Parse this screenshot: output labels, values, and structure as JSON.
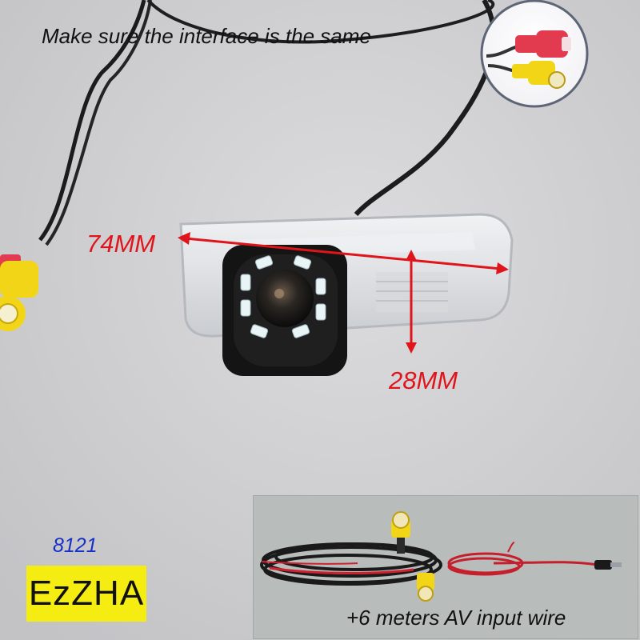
{
  "caption_top": "Make sure the interface is the same",
  "dimensions": {
    "width_label": "74MM",
    "height_label": "28MM"
  },
  "model_code": "8121",
  "brand": "EzZHA",
  "inset": {
    "caption": "+6 meters AV input wire"
  },
  "colors": {
    "dimension_red": "#e0141b",
    "model_code_blue": "#1530c8",
    "brand_yellow": "#f5ec12",
    "rca_yellow": "#f2d516",
    "rca_red": "#e23a4e"
  },
  "icons": [
    "rca-connector-icon",
    "camera-lens-icon",
    "led-icon",
    "dc-plug-icon"
  ]
}
